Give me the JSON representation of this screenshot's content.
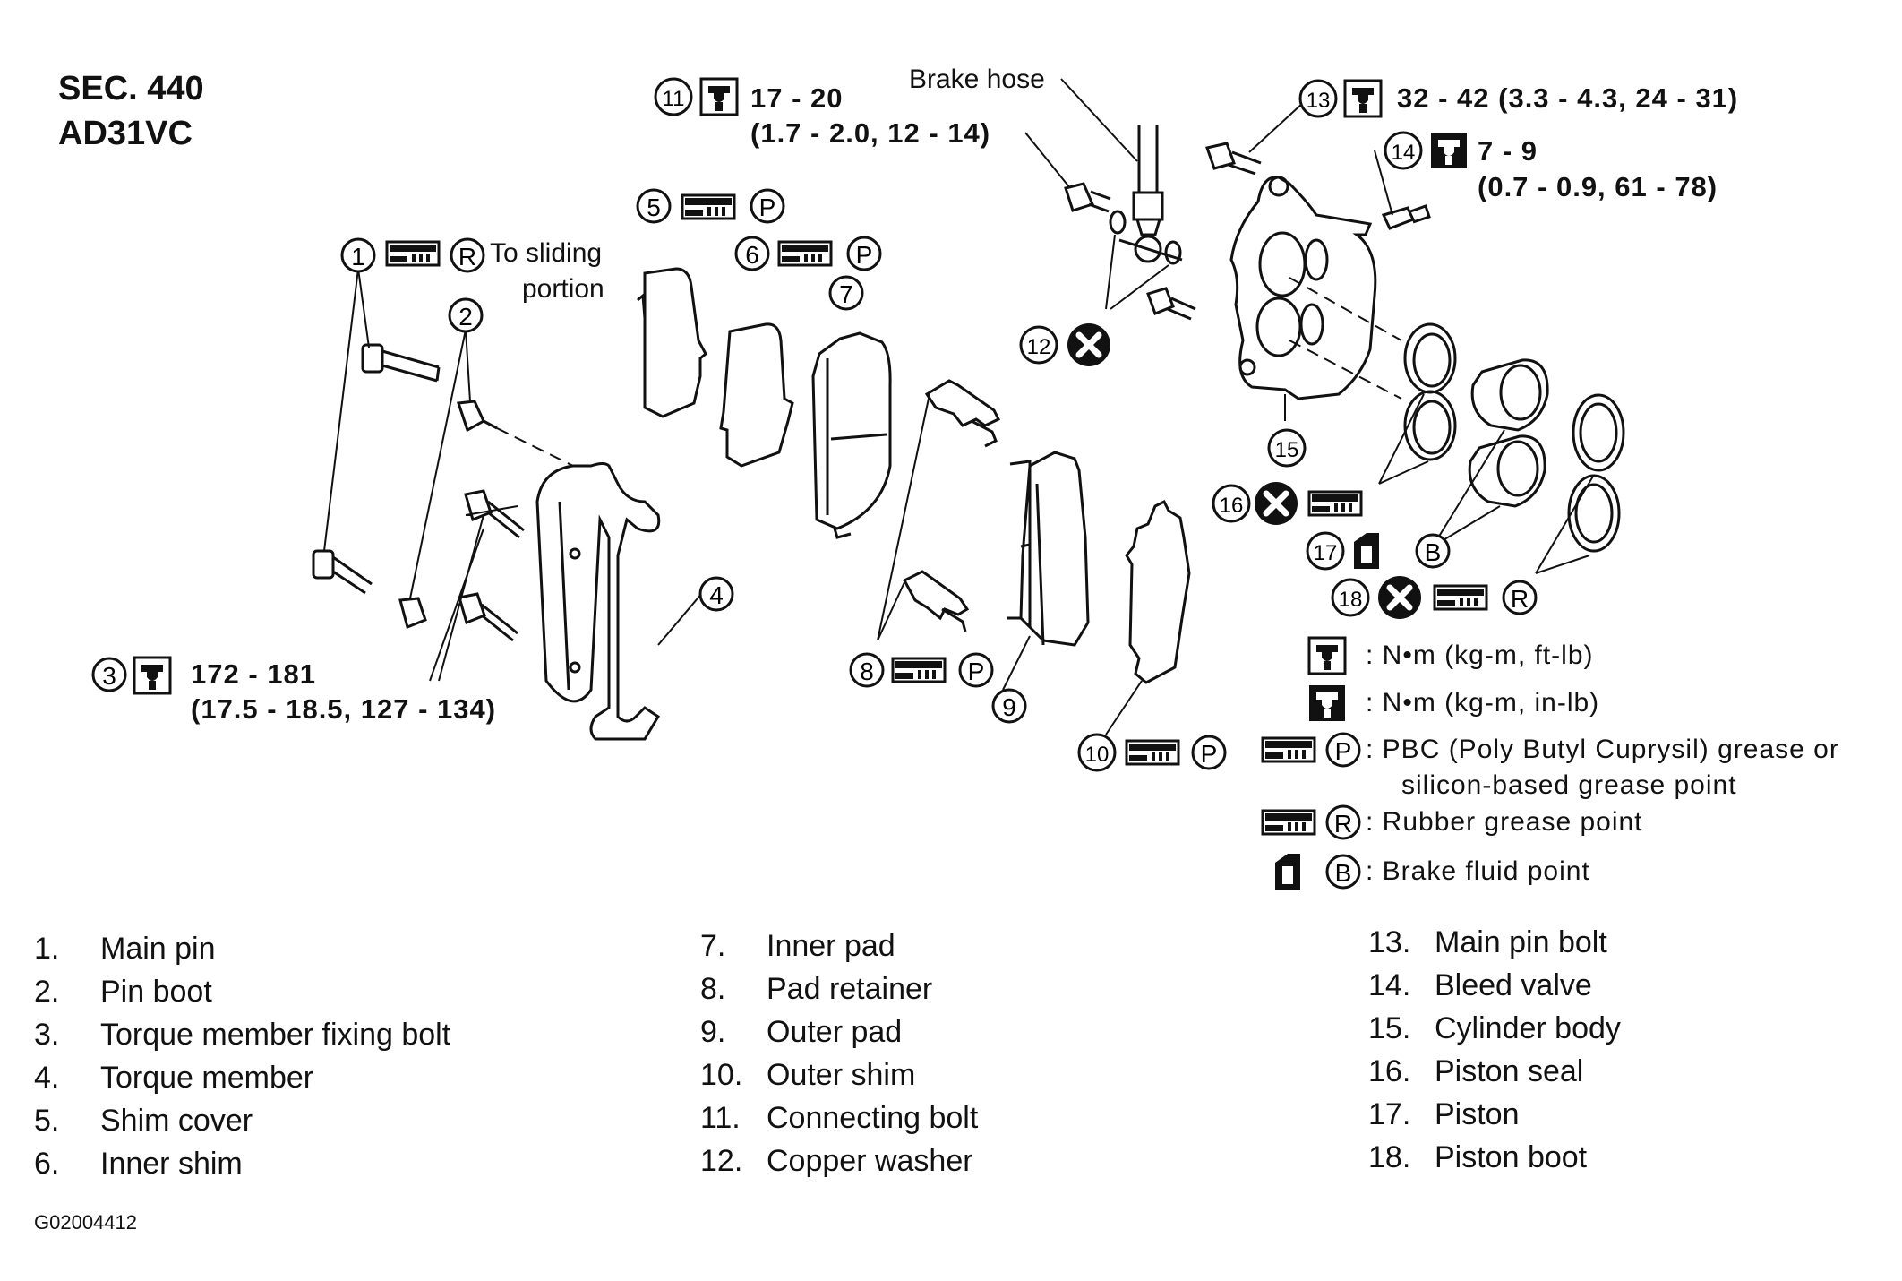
{
  "header": {
    "section": "SEC. 440",
    "model": "AD31VC"
  },
  "callouts": {
    "c1": "1",
    "c2": "2",
    "c3": "3",
    "c4": "4",
    "c5": "5",
    "c6": "6",
    "c7": "7",
    "c8": "8",
    "c9": "9",
    "c10": "10",
    "c11": "11",
    "c12": "12",
    "c13": "13",
    "c14": "14",
    "c15": "15",
    "c16": "16",
    "c17": "17",
    "c18": "18"
  },
  "symbol_letters": {
    "rubber": "R",
    "pbc": "P",
    "brake_fluid": "B"
  },
  "annotations": {
    "to_sliding_1": "To sliding",
    "to_sliding_2": "portion",
    "brake_hose": "Brake hose"
  },
  "torques": {
    "t11_a": "17 - 20",
    "t11_b": "(1.7 - 2.0, 12 - 14)",
    "t13": "32 - 42 (3.3 - 4.3, 24 - 31)",
    "t14_a": "7 - 9",
    "t14_b": "(0.7 - 0.9, 61 - 78)",
    "t3_a": "172 - 181",
    "t3_b": "(17.5 - 18.5, 127 - 134)"
  },
  "legend": {
    "nm_ftlb": ": N•m (kg-m, ft-lb)",
    "nm_inlb": ": N•m (kg-m, in-lb)",
    "pbc_1": ": PBC (Poly Butyl Cuprysil) grease or",
    "pbc_2": "silicon-based grease point",
    "rubber": ": Rubber grease point",
    "fluid": ": Brake fluid point"
  },
  "parts": [
    {
      "num": "1.",
      "name": "Main pin"
    },
    {
      "num": "2.",
      "name": "Pin boot"
    },
    {
      "num": "3.",
      "name": "Torque member fixing bolt"
    },
    {
      "num": "4.",
      "name": "Torque member"
    },
    {
      "num": "5.",
      "name": "Shim cover"
    },
    {
      "num": "6.",
      "name": "Inner shim"
    },
    {
      "num": "7.",
      "name": "Inner pad"
    },
    {
      "num": "8.",
      "name": "Pad retainer"
    },
    {
      "num": "9.",
      "name": "Outer pad"
    },
    {
      "num": "10.",
      "name": "Outer shim"
    },
    {
      "num": "11.",
      "name": "Connecting bolt"
    },
    {
      "num": "12.",
      "name": "Copper washer"
    },
    {
      "num": "13.",
      "name": "Main pin bolt"
    },
    {
      "num": "14.",
      "name": "Bleed valve"
    },
    {
      "num": "15.",
      "name": "Cylinder body"
    },
    {
      "num": "16.",
      "name": "Piston seal"
    },
    {
      "num": "17.",
      "name": "Piston"
    },
    {
      "num": "18.",
      "name": "Piston boot"
    }
  ],
  "figure_id": "G02004412"
}
